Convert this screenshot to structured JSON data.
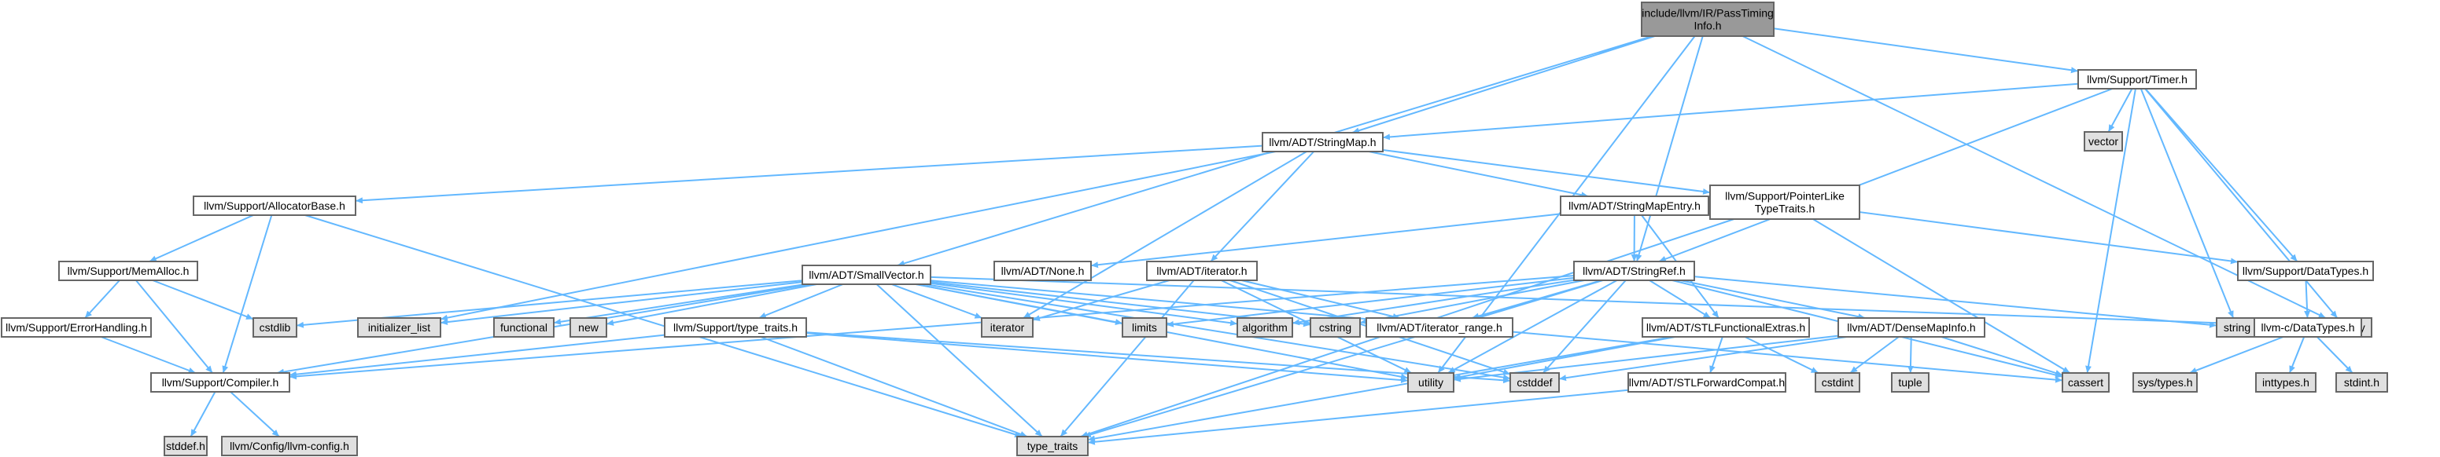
{
  "colors": {
    "edge": "#63B8FF",
    "root_fill": "#999999",
    "node_fill": "#ffffff",
    "system_fill": "#e0e0e0",
    "border": "#666666"
  },
  "nodes": {
    "root": {
      "lines": [
        "include/llvm/IR/PassTiming",
        "Info.h"
      ],
      "kind": "root"
    },
    "timer": {
      "lines": [
        "llvm/Support/Timer.h"
      ],
      "kind": "header"
    },
    "stringmap": {
      "lines": [
        "llvm/ADT/StringMap.h"
      ],
      "kind": "header"
    },
    "vector": {
      "lines": [
        "vector"
      ],
      "kind": "system"
    },
    "allocbase": {
      "lines": [
        "llvm/Support/AllocatorBase.h"
      ],
      "kind": "header"
    },
    "stringmapentry": {
      "lines": [
        "llvm/ADT/StringMapEntry.h"
      ],
      "kind": "header"
    },
    "pointerlike": {
      "lines": [
        "llvm/Support/PointerLike",
        "TypeTraits.h"
      ],
      "kind": "header"
    },
    "memalloc": {
      "lines": [
        "llvm/Support/MemAlloc.h"
      ],
      "kind": "header"
    },
    "smallvector": {
      "lines": [
        "llvm/ADT/SmallVector.h"
      ],
      "kind": "header"
    },
    "none": {
      "lines": [
        "llvm/ADT/None.h"
      ],
      "kind": "header"
    },
    "iteratorh": {
      "lines": [
        "llvm/ADT/iterator.h"
      ],
      "kind": "header"
    },
    "stringref": {
      "lines": [
        "llvm/ADT/StringRef.h"
      ],
      "kind": "header"
    },
    "datatypes": {
      "lines": [
        "llvm/Support/DataTypes.h"
      ],
      "kind": "header"
    },
    "errorhandling": {
      "lines": [
        "llvm/Support/ErrorHandling.h"
      ],
      "kind": "header"
    },
    "cstdlib": {
      "lines": [
        "cstdlib"
      ],
      "kind": "system"
    },
    "initlist": {
      "lines": [
        "initializer_list"
      ],
      "kind": "system"
    },
    "functional": {
      "lines": [
        "functional"
      ],
      "kind": "system"
    },
    "new": {
      "lines": [
        "new"
      ],
      "kind": "system"
    },
    "typetraitsh": {
      "lines": [
        "llvm/Support/type_traits.h"
      ],
      "kind": "header"
    },
    "iterator": {
      "lines": [
        "iterator"
      ],
      "kind": "system"
    },
    "limits": {
      "lines": [
        "limits"
      ],
      "kind": "system"
    },
    "algorithm": {
      "lines": [
        "algorithm"
      ],
      "kind": "system"
    },
    "cstring": {
      "lines": [
        "cstring"
      ],
      "kind": "system"
    },
    "iterrange": {
      "lines": [
        "llvm/ADT/iterator_range.h"
      ],
      "kind": "header"
    },
    "stlfunc": {
      "lines": [
        "llvm/ADT/STLFunctionalExtras.h"
      ],
      "kind": "header"
    },
    "densemapinfo": {
      "lines": [
        "llvm/ADT/DenseMapInfo.h"
      ],
      "kind": "header"
    },
    "string": {
      "lines": [
        "string"
      ],
      "kind": "system"
    },
    "memory": {
      "lines": [
        "memory"
      ],
      "kind": "system"
    },
    "cdatatypes": {
      "lines": [
        "llvm-c/DataTypes.h"
      ],
      "kind": "header"
    },
    "compiler": {
      "lines": [
        "llvm/Support/Compiler.h"
      ],
      "kind": "header"
    },
    "utility": {
      "lines": [
        "utility"
      ],
      "kind": "system"
    },
    "cstddef": {
      "lines": [
        "cstddef"
      ],
      "kind": "system"
    },
    "cstdint": {
      "lines": [
        "cstdint"
      ],
      "kind": "system"
    },
    "tuple": {
      "lines": [
        "tuple"
      ],
      "kind": "system"
    },
    "cassert": {
      "lines": [
        "cassert"
      ],
      "kind": "system"
    },
    "stlforward": {
      "lines": [
        "llvm/ADT/STLForwardCompat.h"
      ],
      "kind": "header"
    },
    "systypes": {
      "lines": [
        "sys/types.h"
      ],
      "kind": "system"
    },
    "inttypes": {
      "lines": [
        "inttypes.h"
      ],
      "kind": "system"
    },
    "stdint": {
      "lines": [
        "stdint.h"
      ],
      "kind": "system"
    },
    "stddef": {
      "lines": [
        "stddef.h"
      ],
      "kind": "system"
    },
    "llvmconfig": {
      "lines": [
        "llvm/Config/llvm-config.h"
      ],
      "kind": "system"
    },
    "typetraits": {
      "lines": [
        "type_traits"
      ],
      "kind": "system"
    }
  },
  "edges": [
    [
      "root",
      "timer"
    ],
    [
      "root",
      "stringmap"
    ],
    [
      "root",
      "smallvector"
    ],
    [
      "root",
      "stringref"
    ],
    [
      "root",
      "utility"
    ],
    [
      "root",
      "memory"
    ],
    [
      "timer",
      "stringmap"
    ],
    [
      "timer",
      "vector"
    ],
    [
      "timer",
      "stringref"
    ],
    [
      "timer",
      "string"
    ],
    [
      "timer",
      "cassert"
    ],
    [
      "timer",
      "datatypes"
    ],
    [
      "timer",
      "memory"
    ],
    [
      "stringmap",
      "allocbase"
    ],
    [
      "stringmap",
      "stringmapentry"
    ],
    [
      "stringmap",
      "pointerlike"
    ],
    [
      "stringmap",
      "iteratorh"
    ],
    [
      "stringmap",
      "iterator"
    ],
    [
      "stringmap",
      "initlist"
    ],
    [
      "allocbase",
      "memalloc"
    ],
    [
      "allocbase",
      "compiler"
    ],
    [
      "allocbase",
      "typetraits"
    ],
    [
      "memalloc",
      "errorhandling"
    ],
    [
      "memalloc",
      "compiler"
    ],
    [
      "memalloc",
      "cstdlib"
    ],
    [
      "errorhandling",
      "compiler"
    ],
    [
      "compiler",
      "stddef"
    ],
    [
      "compiler",
      "llvmconfig"
    ],
    [
      "stringmapentry",
      "none"
    ],
    [
      "stringmapentry",
      "stringref"
    ],
    [
      "stringmapentry",
      "stlfunc"
    ],
    [
      "pointerlike",
      "datatypes"
    ],
    [
      "pointerlike",
      "cassert"
    ],
    [
      "pointerlike",
      "typetraits"
    ],
    [
      "iteratorh",
      "iterrange"
    ],
    [
      "iteratorh",
      "iterator"
    ],
    [
      "iteratorh",
      "cstddef"
    ],
    [
      "iteratorh",
      "utility"
    ],
    [
      "iteratorh",
      "typetraits"
    ],
    [
      "smallvector",
      "compiler"
    ],
    [
      "smallvector",
      "typetraitsh"
    ],
    [
      "smallvector",
      "algorithm"
    ],
    [
      "smallvector",
      "cassert"
    ],
    [
      "smallvector",
      "cstddef"
    ],
    [
      "smallvector",
      "cstdlib"
    ],
    [
      "smallvector",
      "cstring"
    ],
    [
      "smallvector",
      "functional"
    ],
    [
      "smallvector",
      "initlist"
    ],
    [
      "smallvector",
      "iterator"
    ],
    [
      "smallvector",
      "limits"
    ],
    [
      "smallvector",
      "memory"
    ],
    [
      "smallvector",
      "new"
    ],
    [
      "smallvector",
      "typetraits"
    ],
    [
      "smallvector",
      "utility"
    ],
    [
      "typetraitsh",
      "compiler"
    ],
    [
      "typetraitsh",
      "cstddef"
    ],
    [
      "typetraitsh",
      "typetraits"
    ],
    [
      "typetraitsh",
      "utility"
    ],
    [
      "stringref",
      "densemapinfo"
    ],
    [
      "stringref",
      "stlfunc"
    ],
    [
      "stringref",
      "iterrange"
    ],
    [
      "stringref",
      "compiler"
    ],
    [
      "stringref",
      "algorithm"
    ],
    [
      "stringref",
      "cassert"
    ],
    [
      "stringref",
      "cstddef"
    ],
    [
      "stringref",
      "cstring"
    ],
    [
      "stringref",
      "limits"
    ],
    [
      "stringref",
      "string"
    ],
    [
      "stringref",
      "typetraits"
    ],
    [
      "stringref",
      "utility"
    ],
    [
      "stlfunc",
      "stlforward"
    ],
    [
      "stlfunc",
      "cstdint"
    ],
    [
      "stlfunc",
      "typetraits"
    ],
    [
      "stlfunc",
      "utility"
    ],
    [
      "stlforward",
      "typetraits"
    ],
    [
      "densemapinfo",
      "cassert"
    ],
    [
      "densemapinfo",
      "cstddef"
    ],
    [
      "densemapinfo",
      "cstdint"
    ],
    [
      "densemapinfo",
      "tuple"
    ],
    [
      "densemapinfo",
      "utility"
    ],
    [
      "datatypes",
      "cdatatypes"
    ],
    [
      "cdatatypes",
      "inttypes"
    ],
    [
      "cdatatypes",
      "systypes"
    ],
    [
      "cdatatypes",
      "stdint"
    ]
  ]
}
